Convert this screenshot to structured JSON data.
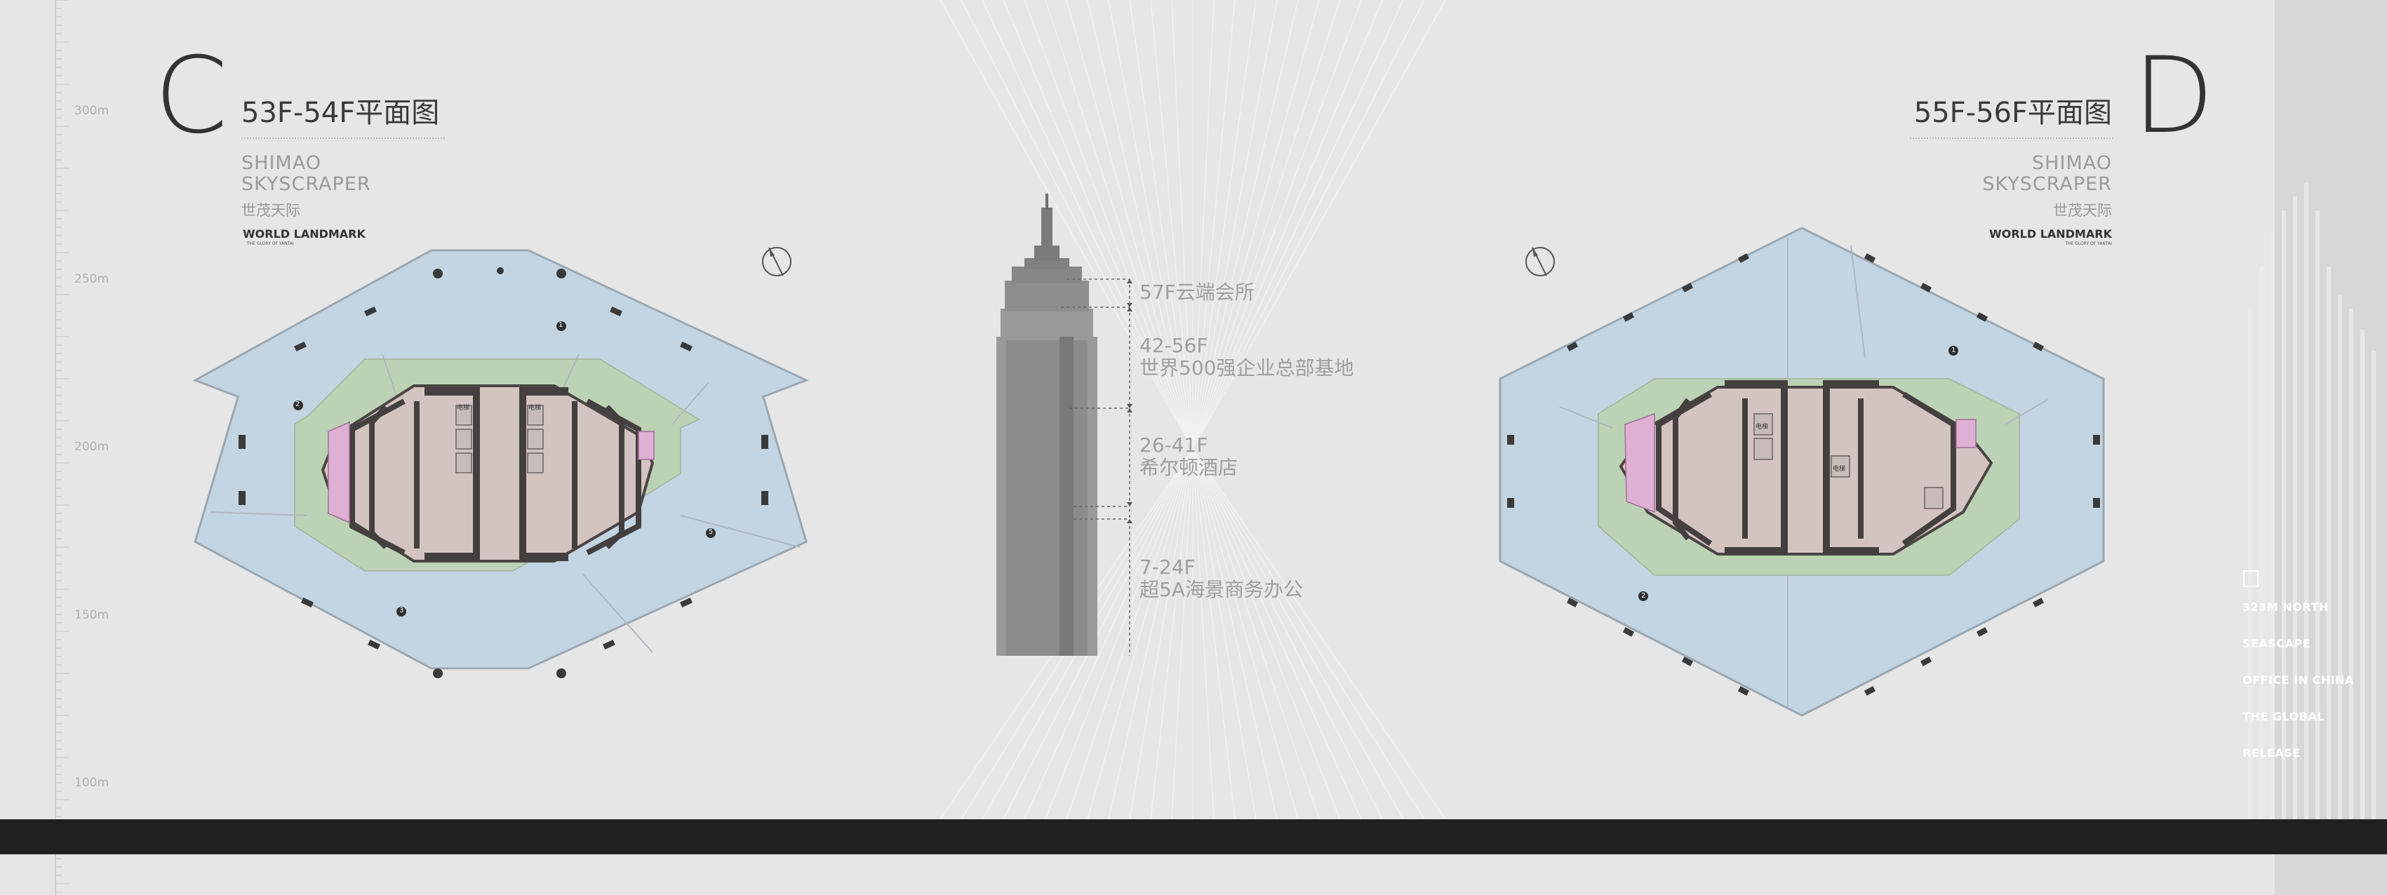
{
  "left_plan": {
    "letter": "C",
    "title": "53F-54F平面图",
    "subtitle_line1": "SHIMAO",
    "subtitle_line2": "SKYSCRAPER",
    "subtitle_cn": "世茂天际",
    "landmark": "WORLD LANDMARK",
    "landmark_sub": "THE GLORY OF YANTAI",
    "zone_labels": [
      "1",
      "2",
      "3",
      "5"
    ],
    "room_label": "电梯"
  },
  "right_plan": {
    "letter": "D",
    "title": "55F-56F平面图",
    "subtitle_line1": "SHIMAO",
    "subtitle_line2": "SKYSCRAPER",
    "subtitle_cn": "世茂天际",
    "landmark": "WORLD LANDMARK",
    "landmark_sub": "THE GLORY OF YANTAI",
    "zone_labels": [
      "1",
      "2"
    ],
    "room_label": "电梯"
  },
  "tower": {
    "levels": [
      {
        "floors": "57F云端会所",
        "desc": ""
      },
      {
        "floors": "42-56F",
        "desc": "世界500强企业总部基地"
      },
      {
        "floors": "26-41F",
        "desc": "希尔顿酒店"
      },
      {
        "floors": "7-24F",
        "desc": "超5A海景商务办公"
      }
    ]
  },
  "ruler": {
    "labels": [
      "300m",
      "250m",
      "200m",
      "150m",
      "100m"
    ]
  },
  "release_text": [
    "323M NORTH",
    "SEASCAPE",
    "OFFICE IN CHINA",
    "THE GLOBAL",
    "RELEASE"
  ],
  "colors": {
    "background": "#e6e6e6",
    "office_zone": "#c3d4e2",
    "corridor": "#bcd2b4",
    "core": "#d3c4c2",
    "core_walls": "#454040",
    "pink_rooms": "#deb0d4",
    "bottom_bar": "#1f2123",
    "tower_grey": "#8a8a8a"
  }
}
